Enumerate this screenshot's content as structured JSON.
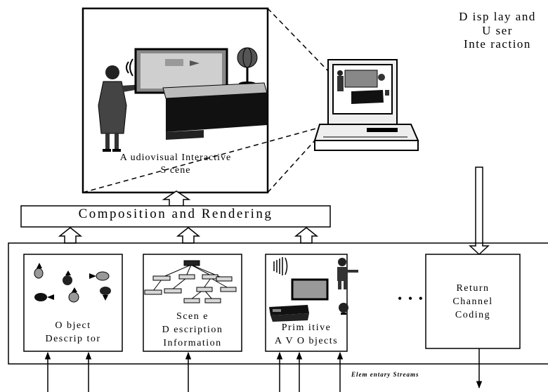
{
  "scene": {
    "label": "A udiovisual Interactive\nS cene"
  },
  "display": {
    "label": "D isp lay and\nU ser\nInte raction"
  },
  "composition": {
    "label": "Composition and Rendering"
  },
  "boxes": {
    "object_descriptor": "O bject\nDescrip tor",
    "scene_description": "Scen e\nD escription\nInformation",
    "primitive_av": "Prim itive\nA V O bjects",
    "return_channel": "Return\nChannel\nCoding"
  },
  "ellipsis": "• • •",
  "elementary_streams": "Elem entary Streams",
  "icons": [
    "presenter-icon",
    "whiteboard-icon",
    "globe-icon",
    "desk-icon",
    "computer-icon",
    "node-tree-icon",
    "speaker-waves-icon",
    "robot-icon",
    "tv-screen-icon",
    "cart-icon",
    "arrow-shape-icon"
  ],
  "colors": {
    "ink": "#000000",
    "gray": "#8a8a8a",
    "light_gray": "#c8c8c8",
    "background": "#ffffff"
  }
}
